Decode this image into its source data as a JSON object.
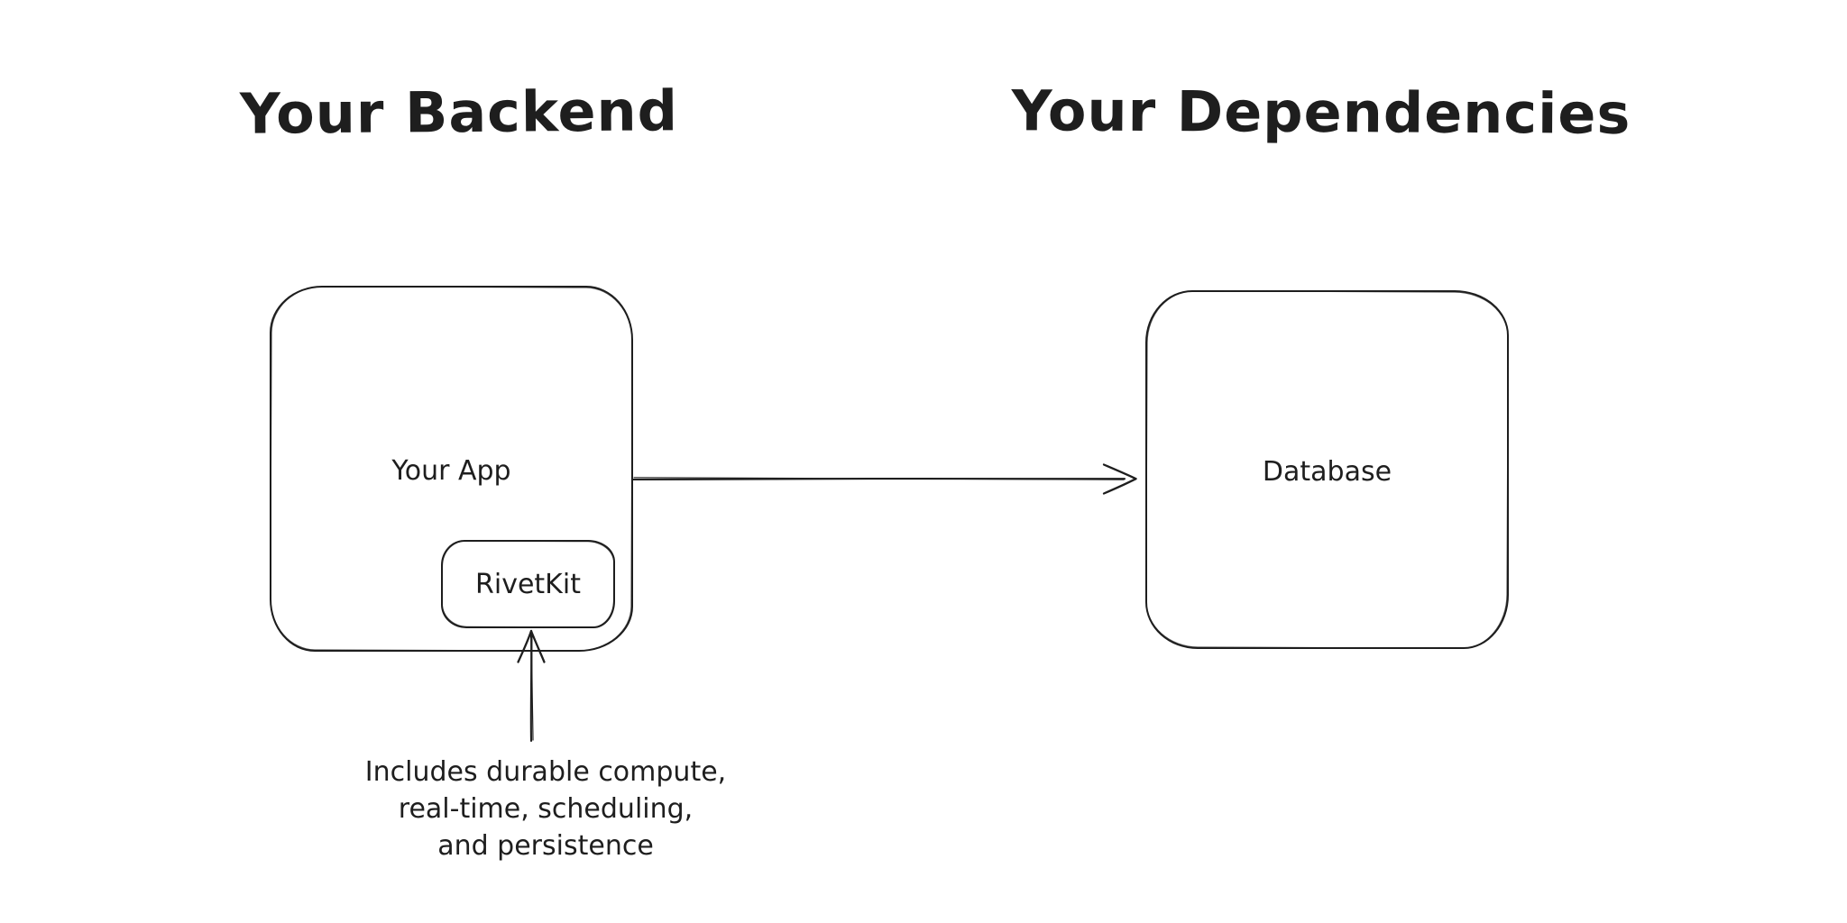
{
  "canvas": {
    "background_color": "#ffffff",
    "stroke_color": "#1e1e1e"
  },
  "titles": {
    "backend": "Your Backend",
    "dependencies": "Your Dependencies"
  },
  "nodes": {
    "your_app": {
      "label": "Your App"
    },
    "rivetkit": {
      "label": "RivetKit"
    },
    "database": {
      "label": "Database"
    }
  },
  "annotation": {
    "line1": "Includes durable compute,",
    "line2": "real-time, scheduling,",
    "line3": "and persistence"
  },
  "edges": [
    {
      "from": "Your App",
      "to": "Database",
      "style": "horizontal-arrow"
    },
    {
      "from": "annotation",
      "to": "RivetKit",
      "style": "vertical-arrow-up"
    }
  ]
}
